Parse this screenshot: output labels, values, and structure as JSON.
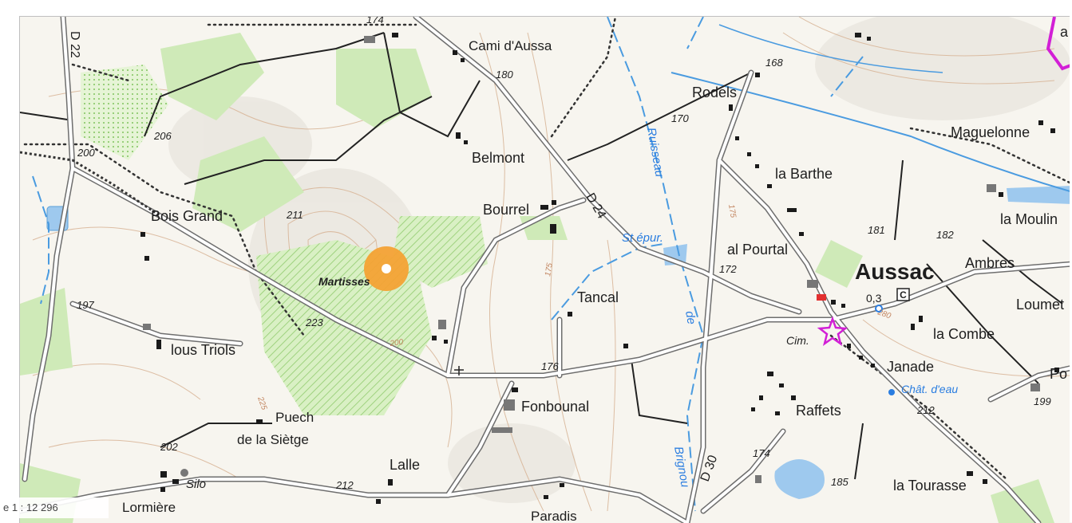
{
  "map": {
    "scale_text": "e 1 : 12 296",
    "marker": {
      "color": "#f4a235"
    },
    "places": [
      {
        "id": "cami-daussa",
        "name": "Cami d'Aussa"
      },
      {
        "id": "rodels",
        "name": "Rodels"
      },
      {
        "id": "maguelonne",
        "name": "Maguelonne"
      },
      {
        "id": "belmont",
        "name": "Belmont"
      },
      {
        "id": "la-barthe",
        "name": "la Barthe"
      },
      {
        "id": "bois-grand",
        "name": "Bois Grand"
      },
      {
        "id": "bourrel",
        "name": "Bourrel"
      },
      {
        "id": "la-moulin",
        "name": "la Moulin"
      },
      {
        "id": "st-epur",
        "name": "St épur."
      },
      {
        "id": "al-pourtal",
        "name": "al Pourtal"
      },
      {
        "id": "aussac",
        "name": "Aussac"
      },
      {
        "id": "ambres",
        "name": "Ambres"
      },
      {
        "id": "martisses",
        "name": "Martisses"
      },
      {
        "id": "tancal",
        "name": "Tancal"
      },
      {
        "id": "loumet",
        "name": "Loumet"
      },
      {
        "id": "lous-triols",
        "name": "lous Triols"
      },
      {
        "id": "la-combe",
        "name": "la Combe"
      },
      {
        "id": "cim",
        "name": "Cim."
      },
      {
        "id": "janade",
        "name": "Janade"
      },
      {
        "id": "po",
        "name": "Po"
      },
      {
        "id": "chat-deau",
        "name": "Chât. d'eau"
      },
      {
        "id": "fonbounal",
        "name": "Fonbounal"
      },
      {
        "id": "raffets",
        "name": "Raffets"
      },
      {
        "id": "puech",
        "name": "Puech"
      },
      {
        "id": "de-la-sietge",
        "name": "de la Siètge"
      },
      {
        "id": "silo",
        "name": "Silo"
      },
      {
        "id": "lalle",
        "name": "Lalle"
      },
      {
        "id": "lormiere",
        "name": "Lormière"
      },
      {
        "id": "la-tourasse",
        "name": "la Tourasse"
      },
      {
        "id": "paradis",
        "name": "Paradis"
      },
      {
        "id": "letter-a",
        "name": "a"
      }
    ],
    "roads": [
      {
        "id": "d22",
        "name": "D 22"
      },
      {
        "id": "d24",
        "name": "D 24"
      },
      {
        "id": "d30",
        "name": "D 30"
      }
    ],
    "streams": [
      {
        "id": "ruisseau",
        "name": "Ruisseau"
      },
      {
        "id": "de",
        "name": "de"
      },
      {
        "id": "brignou",
        "name": "Brignou"
      }
    ],
    "elevations": [
      "174",
      "180",
      "168",
      "170",
      "206",
      "200",
      "211",
      "181",
      "182",
      "172",
      "197",
      "223",
      "176",
      "202",
      "212",
      "174",
      "185",
      "199",
      "212",
      "280",
      "200",
      "225",
      "175",
      "175"
    ],
    "info": {
      "distance": "0,3",
      "camping_symbol": "C"
    }
  }
}
